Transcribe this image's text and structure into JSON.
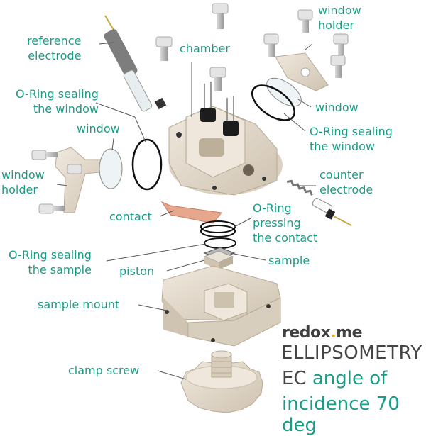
{
  "labels": {
    "reference_electrode": [
      "reference",
      "electrode"
    ],
    "chamber": "chamber",
    "window_holder_top": [
      "window",
      "holder"
    ],
    "oring_window_left": [
      "O-Ring sealing",
      "the window"
    ],
    "window_left": "window",
    "window_right": "window",
    "oring_window_right": [
      "O-Ring sealing",
      "the window"
    ],
    "window_holder_left": [
      "window",
      "holder"
    ],
    "counter_electrode": [
      "counter",
      "electrode"
    ],
    "contact": "contact",
    "oring_contact": [
      "O-Ring",
      "pressing",
      "the contact"
    ],
    "oring_sample": [
      "O-Ring sealing",
      "the sample"
    ],
    "sample": "sample",
    "piston": "piston",
    "sample_mount": "sample mount",
    "clamp_screw": "clamp screw"
  },
  "brand": {
    "name_pre": "redox",
    "name_dot": ".",
    "name_post": "me"
  },
  "title": {
    "line1": "ELLIPSOMETRY",
    "line2_prefix": "EC",
    "line2_rest": " angle of",
    "line3": "incidence 70 deg"
  },
  "colors": {
    "label_text": "#1a9c86",
    "leader_line": "#555555",
    "part_fill": "#e6ddd0",
    "part_shadow": "#c8bcaa",
    "brand_dot": "#e8a22a",
    "title_text": "#444444"
  }
}
